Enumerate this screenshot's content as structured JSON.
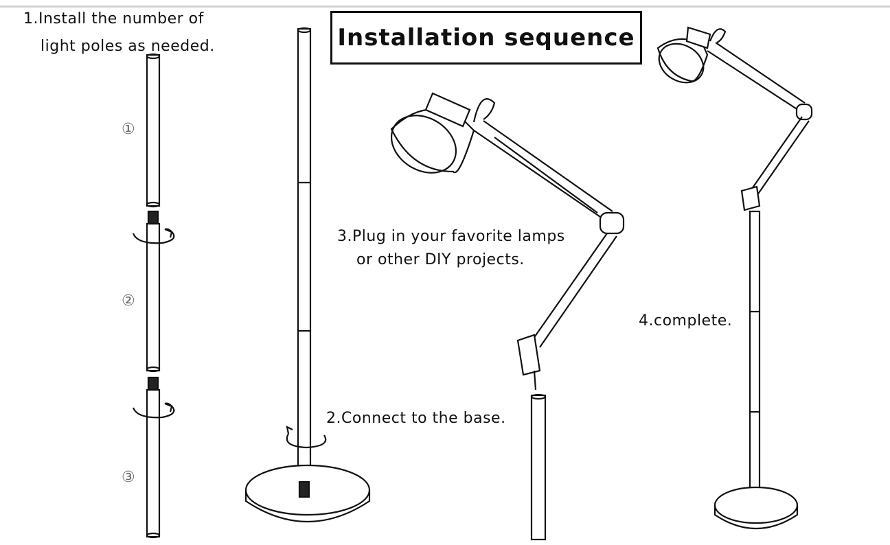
{
  "title": "Installation sequence",
  "steps": {
    "s1_line1": "1.Install the number of",
    "s1_line2": "light poles as needed.",
    "s2": "2.Connect to the base.",
    "s3_line1": "3.Plug in your favorite lamps",
    "s3_line2": "or other DIY projects.",
    "s4": "4.complete."
  },
  "pole_numbers": [
    "①",
    "②",
    "③"
  ],
  "icons": [
    "rotate-arrow-icon",
    "lamp-shade-icon",
    "lamp-base-icon"
  ],
  "colors": {
    "line": "#111111",
    "text": "#111111",
    "marker": "#666666"
  }
}
